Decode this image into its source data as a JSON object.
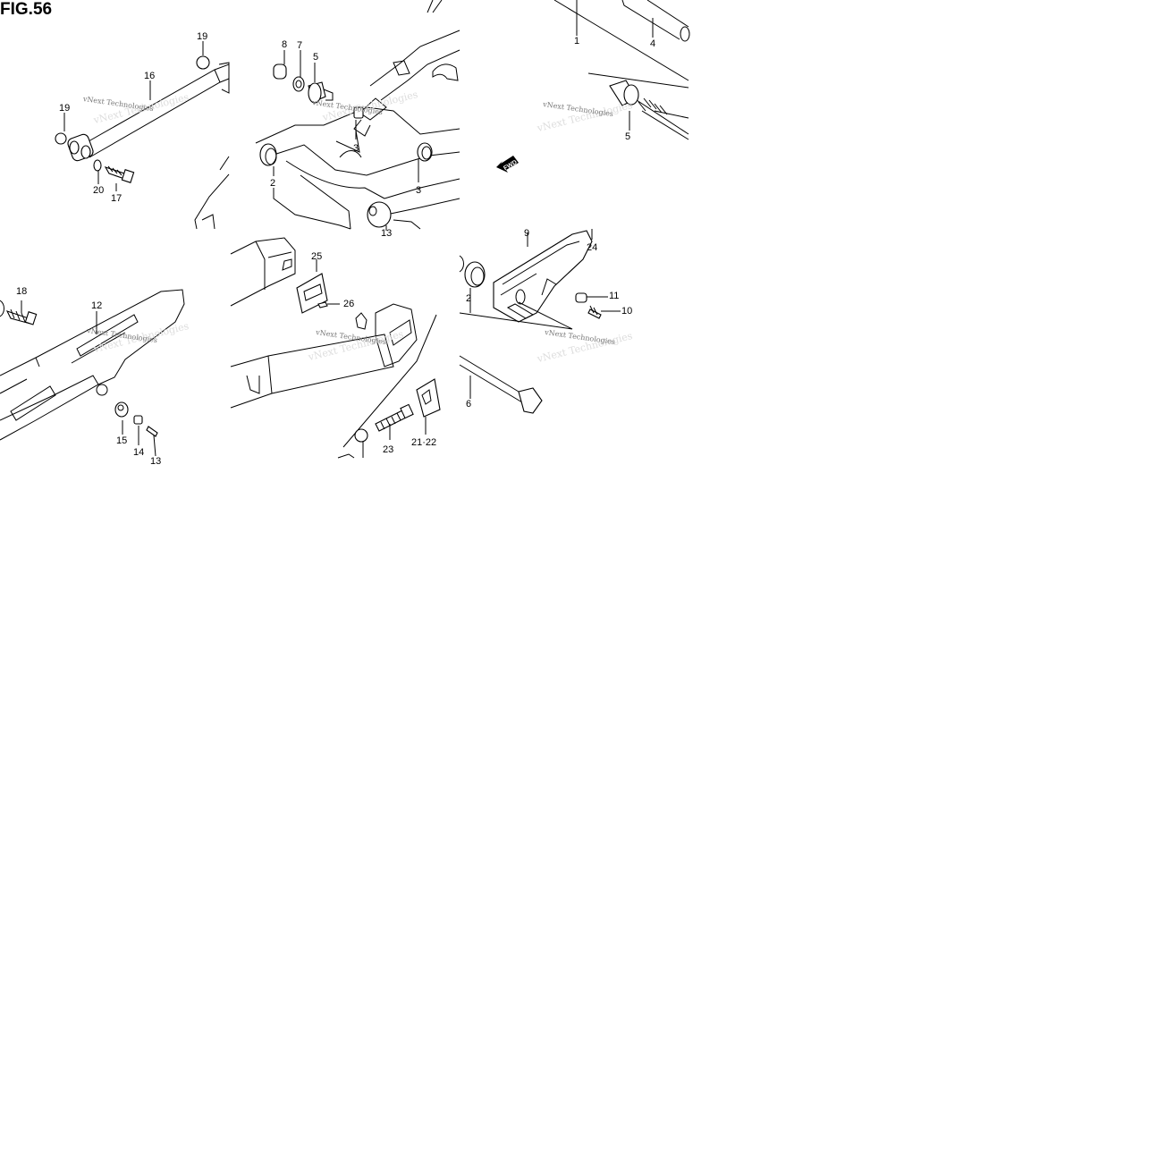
{
  "figure": {
    "title": "FIG.56",
    "watermark": "vNext Technologies",
    "fwd_label": "FWD"
  },
  "callouts": [
    "19",
    "16",
    "19",
    "20",
    "17",
    "8",
    "7",
    "5",
    "3",
    "2",
    "3",
    "13",
    "1",
    "4",
    "5",
    "18",
    "12",
    "15",
    "14",
    "13",
    "25",
    "26",
    "23",
    "21·22",
    "9",
    "24",
    "2",
    "11",
    "10",
    "6"
  ]
}
